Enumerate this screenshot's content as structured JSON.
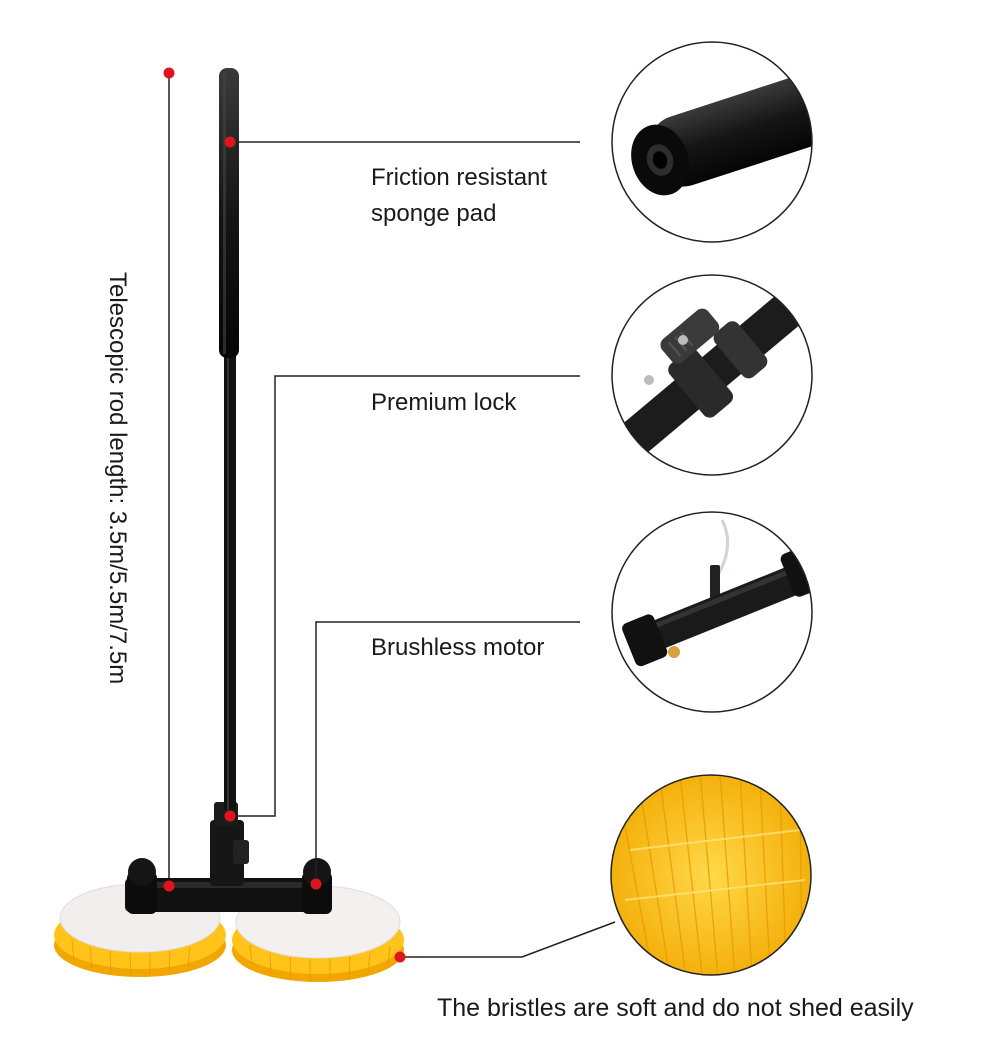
{
  "callouts": {
    "sponge_pad_line1": "Friction resistant",
    "sponge_pad_line2": "sponge pad",
    "premium_lock": "Premium lock",
    "brushless_motor": "Brushless motor",
    "bristles": "The bristles are soft and do not shed easily",
    "rod_length": "Telescopic rod length: 3.5m/5.5m/7.5m"
  },
  "colors": {
    "marker_dot": "#e0141c",
    "leader_line": "#222222",
    "rod": "#111111",
    "bristle_yellow": "#f7b500",
    "brush_disc": "#f3eeee",
    "detail_circle_border": "#222222"
  },
  "icons": {
    "sponge_detail": "foam-grip-closeup",
    "lock_detail": "lever-clamp-closeup",
    "motor_detail": "motor-head-closeup",
    "bristles_detail": "yellow-bristles-closeup"
  }
}
